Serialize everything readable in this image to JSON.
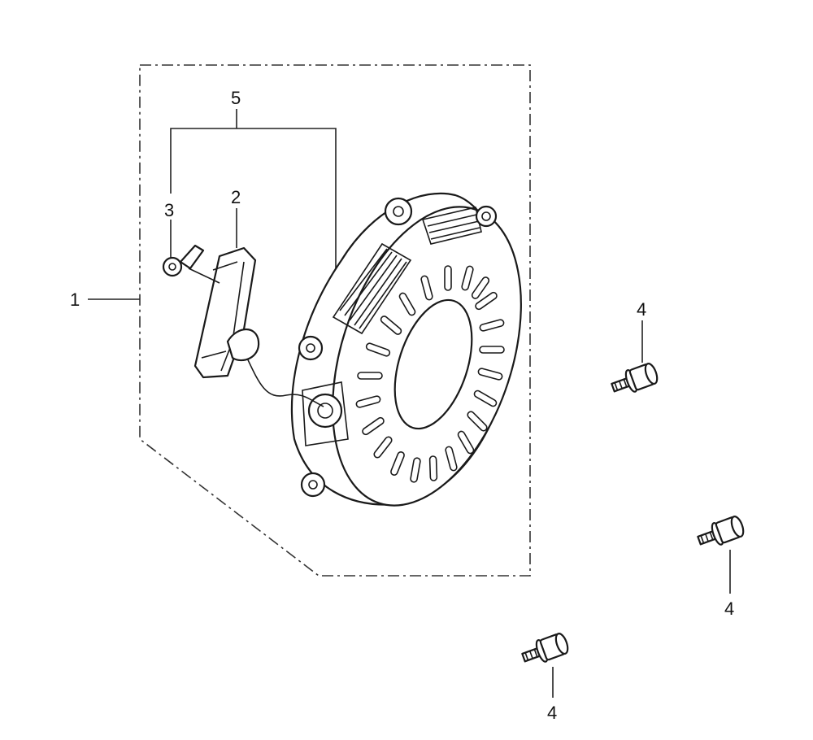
{
  "callouts": {
    "c1": "1",
    "c2": "2",
    "c3": "3",
    "c5": "5",
    "c4a": "4",
    "c4b": "4",
    "c4c": "4"
  }
}
